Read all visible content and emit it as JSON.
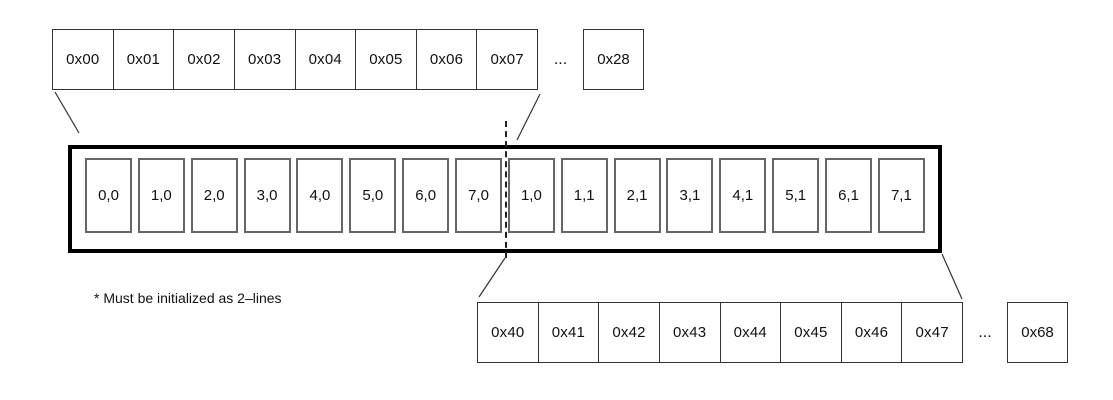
{
  "top_row": {
    "cells": [
      "0x00",
      "0x01",
      "0x02",
      "0x03",
      "0x04",
      "0x05",
      "0x06",
      "0x07"
    ],
    "ellipsis": "...",
    "last_cell": "0x28"
  },
  "buffer": {
    "line0_cells": [
      "0,0",
      "1,0",
      "2,0",
      "3,0",
      "4,0",
      "5,0",
      "6,0",
      "7,0"
    ],
    "line1_cells": [
      "1,0",
      "1,1",
      "2,1",
      "3,1",
      "4,1",
      "5,1",
      "6,1",
      "7,1"
    ]
  },
  "footnote": "* Must be initialized as 2–lines",
  "bottom_row": {
    "cells": [
      "0x40",
      "0x41",
      "0x42",
      "0x43",
      "0x44",
      "0x45",
      "0x46",
      "0x47"
    ],
    "ellipsis": "...",
    "last_cell": "0x68"
  },
  "colors": {
    "background": "#ffffff",
    "thick_border": "#000000",
    "thin_border": "#333333",
    "inner_cell_border": "#666666",
    "text": "#111111"
  }
}
